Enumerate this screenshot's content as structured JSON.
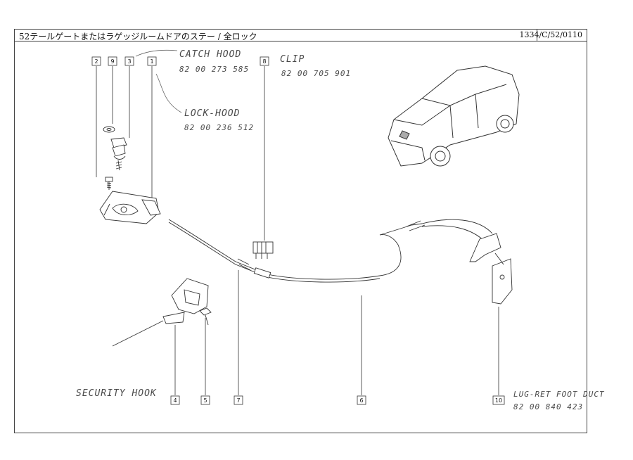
{
  "header": {
    "title": "52テールゲートまたはラゲッジルームドアのステー / 全ロック",
    "code": "1334/C/52/0110"
  },
  "callouts": [
    "2",
    "9",
    "3",
    "1",
    "8",
    "4",
    "5",
    "7",
    "6",
    "10"
  ],
  "annotations": {
    "catch_hood": {
      "label": "CATCH HOOD",
      "part_no": "82 00 273 585"
    },
    "lock_hood": {
      "label": "LOCK-HOOD",
      "part_no": "82 00 236 512"
    },
    "clip": {
      "label": "CLIP",
      "part_no": "82 00 705 901"
    },
    "security_hook": {
      "label": "SECURITY HOOK"
    },
    "lug_ret": {
      "label": "LUG-RET FOOT DUCT",
      "part_no": "82 00 840 423"
    }
  }
}
